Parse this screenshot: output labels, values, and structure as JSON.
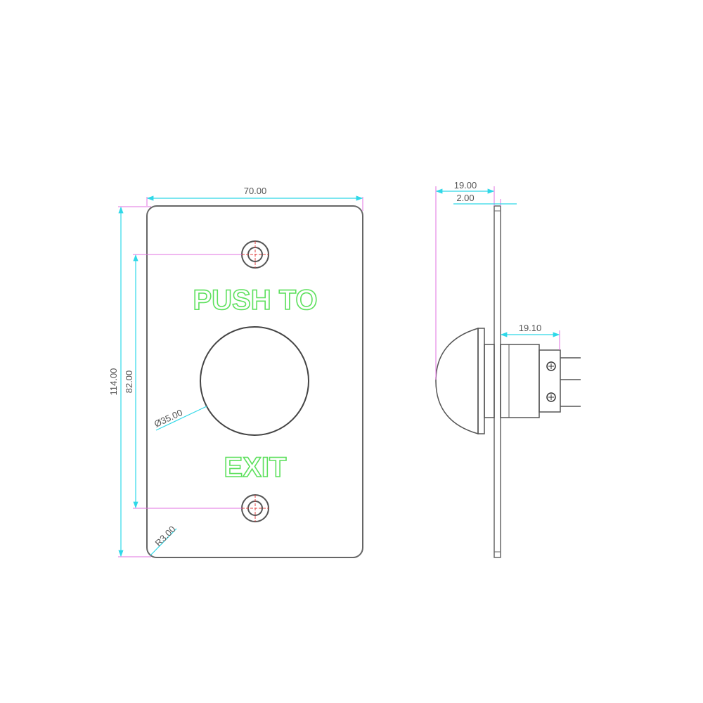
{
  "diagram": {
    "type": "technical-drawing",
    "subject": "Exit push button plate",
    "front_view": {
      "legend_top": "PUSH TO",
      "legend_bottom": "EXIT",
      "dimensions": {
        "width": "70.00",
        "height": "114.00",
        "hole_spacing": "82.00",
        "button_diameter": "Ø35.00",
        "corner_radius": "R3.00"
      }
    },
    "side_view": {
      "dimensions": {
        "overall_depth": "19.00",
        "plate_thickness": "2.00",
        "rear_body_depth": "19.10"
      }
    },
    "colors": {
      "outline": "#555555",
      "dimension_line": "#2fd8e8",
      "extension_line": "#e070e0",
      "center_line": "#e04040",
      "legend_text": "#5de05d"
    }
  }
}
